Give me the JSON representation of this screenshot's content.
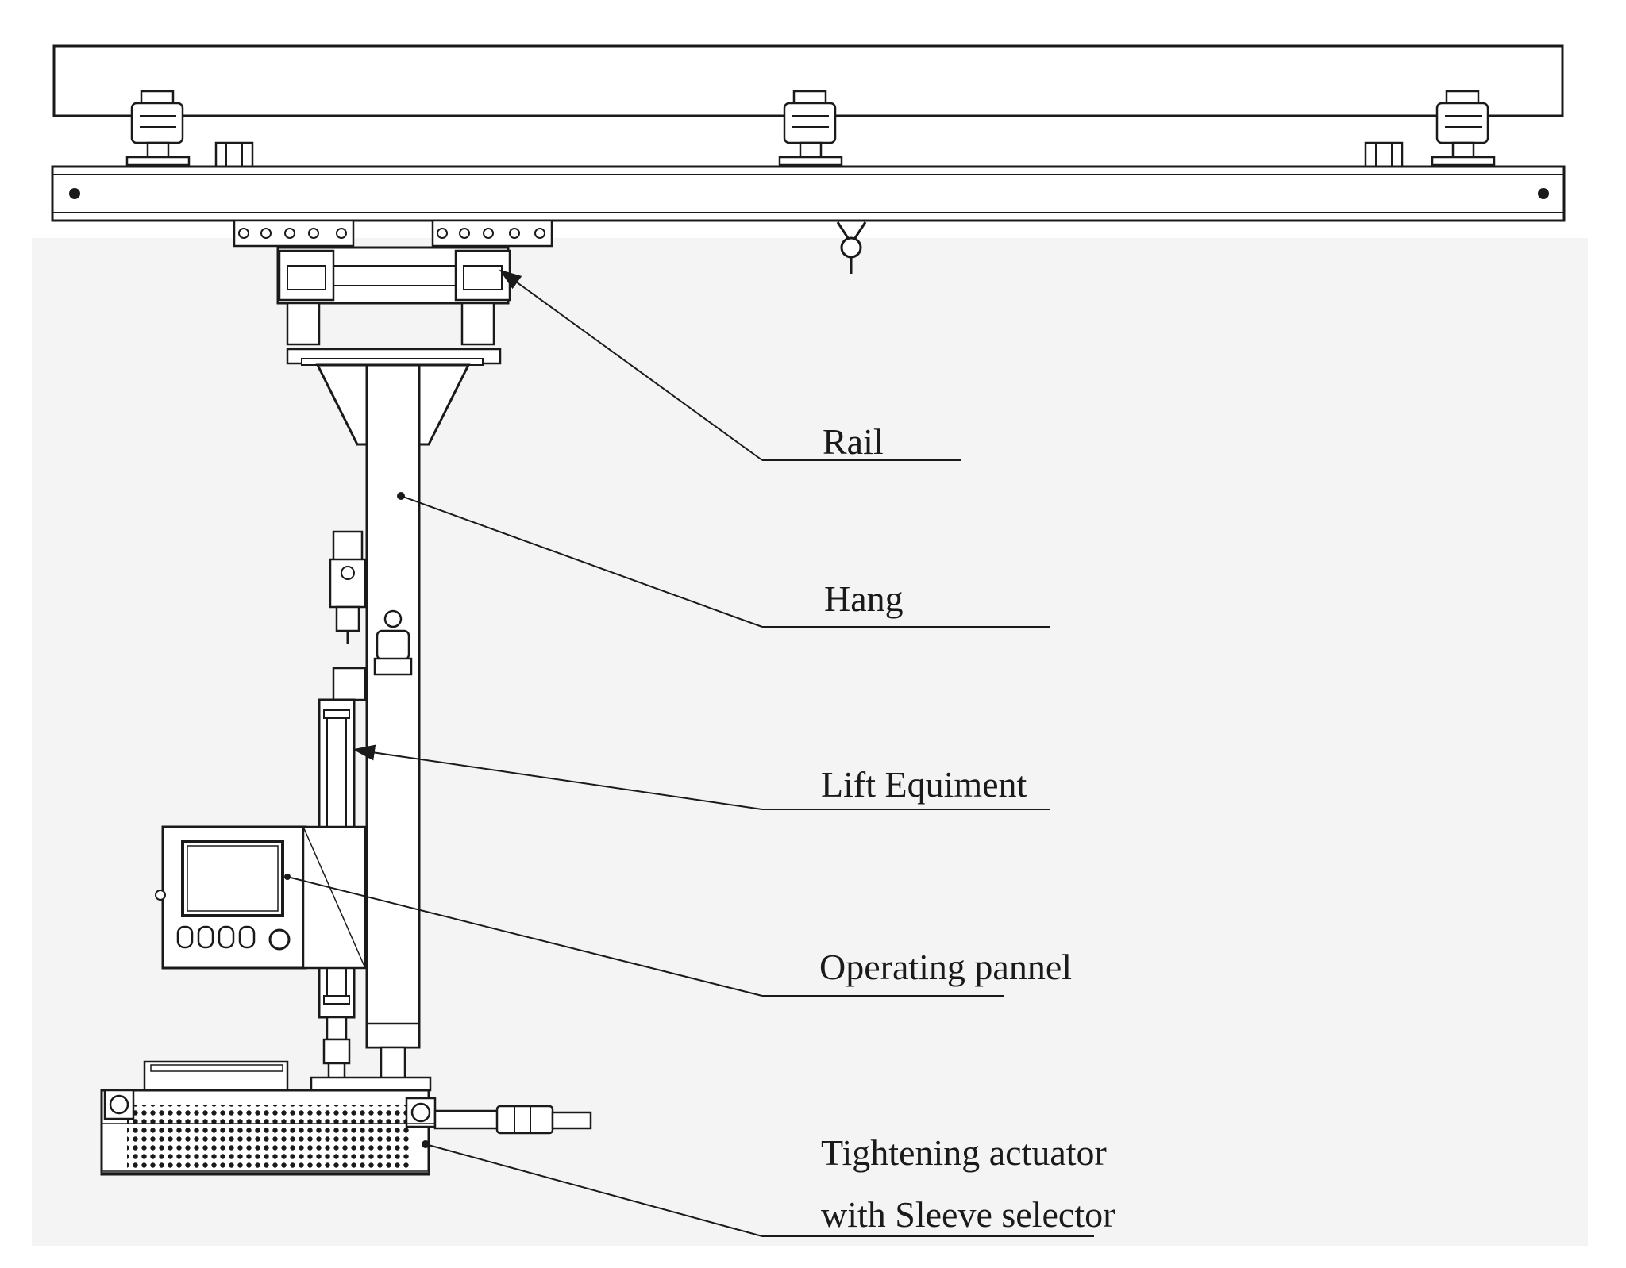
{
  "labels": {
    "rail": "Rail",
    "hang": "Hang",
    "lift": "Lift Equiment",
    "panel": "Operating pannel",
    "actuator_line1": "Tightening actuator",
    "actuator_line2": "with Sleeve selector"
  },
  "colors": {
    "line": "#1a1a1a",
    "background": "#ffffff",
    "shadow": "#ececec"
  }
}
